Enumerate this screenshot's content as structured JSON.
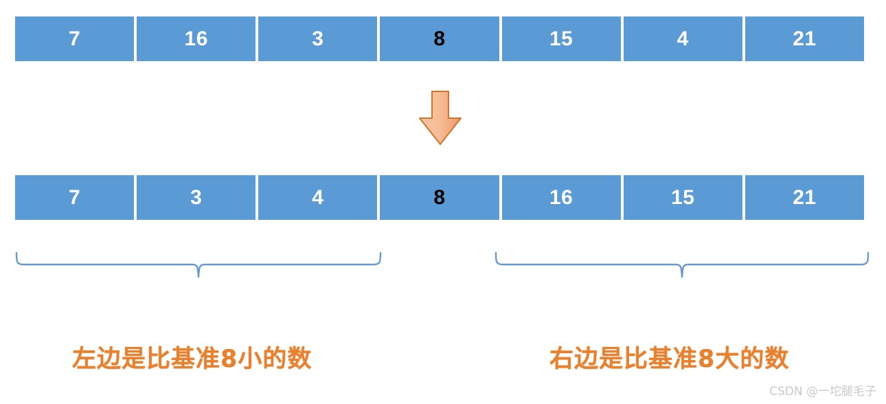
{
  "diagram": {
    "title": "quicksort-partition-illustration",
    "colors": {
      "cell_fill": "#5B9BD5",
      "cell_text": "#FFFFFF",
      "pivot_text": "#000000",
      "arrow_fill": "#F4B183",
      "arrow_stroke": "#D1742A",
      "brace_stroke": "#6699CC",
      "caption_color": "#E8802E",
      "watermark_color": "#C9C9C9",
      "background": "#FFFFFF"
    },
    "pivot_value": "8"
  },
  "row_before": {
    "name": "array-before-partition",
    "cells": [
      {
        "value": "7",
        "is_pivot": false
      },
      {
        "value": "16",
        "is_pivot": false
      },
      {
        "value": "3",
        "is_pivot": false
      },
      {
        "value": "8",
        "is_pivot": true
      },
      {
        "value": "15",
        "is_pivot": false
      },
      {
        "value": "4",
        "is_pivot": false
      },
      {
        "value": "21",
        "is_pivot": false
      }
    ]
  },
  "row_after": {
    "name": "array-after-partition",
    "cells": [
      {
        "value": "7",
        "is_pivot": false
      },
      {
        "value": "3",
        "is_pivot": false
      },
      {
        "value": "4",
        "is_pivot": false
      },
      {
        "value": "8",
        "is_pivot": true
      },
      {
        "value": "16",
        "is_pivot": false
      },
      {
        "value": "15",
        "is_pivot": false
      },
      {
        "value": "21",
        "is_pivot": false
      }
    ]
  },
  "arrow": {
    "direction": "down",
    "icon": "arrow-down-icon"
  },
  "braces": {
    "left": {
      "icon": "curly-brace-icon",
      "spans_cells": "1-3"
    },
    "right": {
      "icon": "curly-brace-icon",
      "spans_cells": "5-7"
    }
  },
  "captions": {
    "left": "左边是比基准8小的数",
    "right": "右边是比基准8大的数"
  },
  "watermark": {
    "text": "CSDN @一坨腿毛子"
  }
}
